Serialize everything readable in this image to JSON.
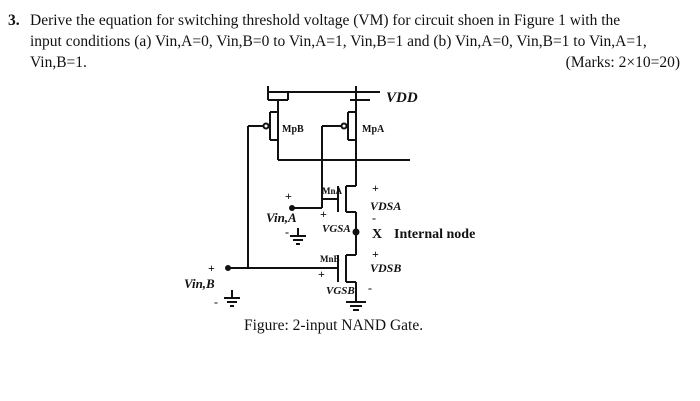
{
  "question": {
    "number": "3.",
    "line1": "Derive the equation for switching threshold voltage (VM) for circuit shoen in Figure 1 with the",
    "line2": "input conditions (a) Vin,A=0, Vin,B=0 to Vin,A=1, Vin,B=1 and (b) Vin,A=0, Vin,B=1 to Vin,A=1,",
    "line3": "Vin,B=1.",
    "marks": "(Marks: 2×10=20)"
  },
  "circuit": {
    "vdd": "VDD",
    "mpb": "MpB",
    "mpa": "MpA",
    "mna": "MnA",
    "mnb": "MnB",
    "vin_a": "Vin,A",
    "vin_b": "Vin,B",
    "vgsa": "VGSA",
    "vgsb": "VGSB",
    "vdsa": "VDSA",
    "vdsb": "VDSB",
    "x_node": "X",
    "internal_node": "Internal node",
    "plus": "+",
    "minus": "-"
  },
  "caption": "Figure: 2-input NAND Gate."
}
